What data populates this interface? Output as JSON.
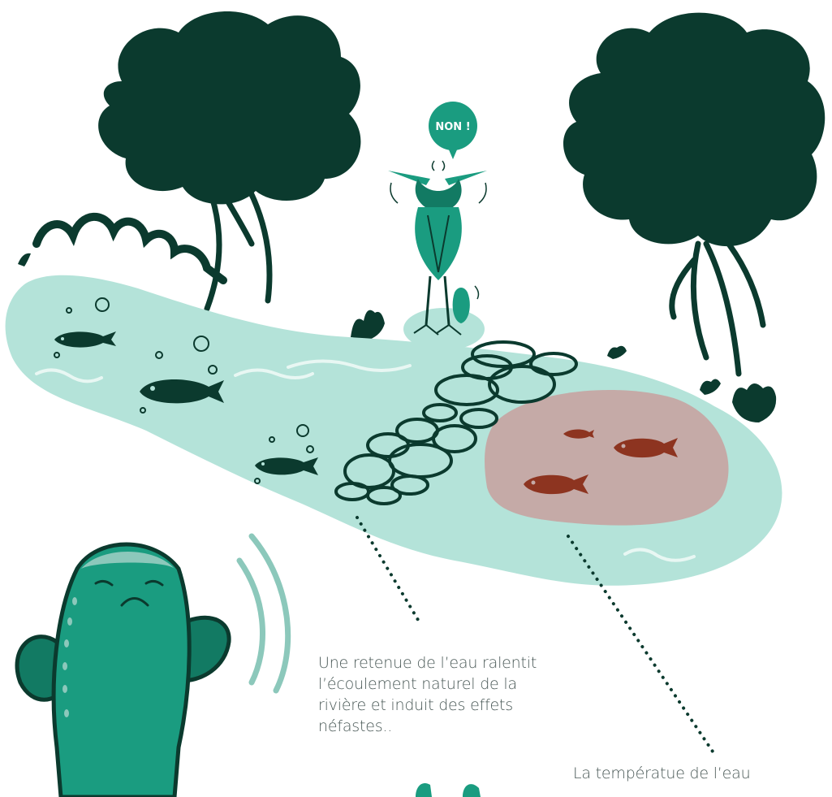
{
  "bubble": {
    "text": "NON !"
  },
  "captions": {
    "dam": {
      "lines": [
        "Une retenue de l’eau ralentit",
        "l’écoulement naturel de la",
        "rivière et induit des effets",
        "néfastes.."
      ]
    },
    "temperature": {
      "lines": [
        "La températue de l’eau"
      ]
    }
  },
  "colors": {
    "dark_green": "#0b3a2e",
    "water": "#b4e3d9",
    "warm_zone": "#c5aaa7",
    "red_fish": "#8d3420",
    "teal": "#1a9c80",
    "text": "#4a5957"
  }
}
